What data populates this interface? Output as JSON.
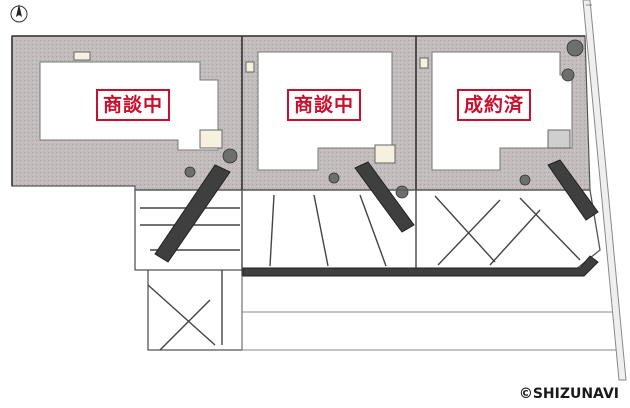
{
  "lots": [
    {
      "status": "商談中"
    },
    {
      "status": "商談中"
    },
    {
      "status": "成約済"
    }
  ],
  "credit": "©SHIZUNAVI",
  "colors": {
    "status_red": "#c8102e",
    "paving": "#bdb5b5",
    "boundary": "#4a4a4a",
    "building": "#ffffff"
  },
  "icons": [
    "north-arrow-icon",
    "tree-icon",
    "parking-stripe"
  ]
}
